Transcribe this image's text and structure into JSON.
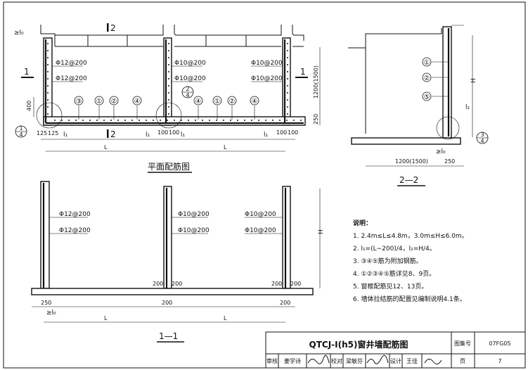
{
  "plan": {
    "section_mark_1": "1",
    "section_mark_2": "2",
    "rebar_left_1": "Φ12@200",
    "rebar_left_2": "Φ12@200",
    "rebar_mid_1": "Φ10@200",
    "rebar_mid_2": "Φ10@200",
    "rebar_right_1": "Φ10@200",
    "rebar_right_2": "Φ10@200",
    "anchor": "≥l₀",
    "callouts": [
      "③",
      "①",
      "②",
      "④",
      "④",
      "①",
      "②",
      "④"
    ],
    "detail_left": {
      "top": "1",
      "bottom": "4"
    },
    "detail_mid": {
      "top": "2",
      "bottom": "4"
    },
    "dims": {
      "d400": "400",
      "d125a": "125",
      "d125b": "125",
      "d100a": "100",
      "d100b": "100",
      "d100c": "100",
      "d100d": "100",
      "l1": "l₁",
      "L": "L",
      "height": "1200(1500)",
      "d250": "250"
    },
    "title": "平面配筋图"
  },
  "section22": {
    "callouts": [
      "①",
      "②",
      "⑤"
    ],
    "H": "H",
    "l2": "l₂",
    "anchor": "≥l₀",
    "detail": {
      "top": "3",
      "bottom": "4"
    },
    "dim_width": "1200(1500)",
    "dim_250": "250",
    "title": "2—2"
  },
  "section11": {
    "rebar_left_1": "Φ12@200",
    "rebar_left_2": "Φ12@200",
    "rebar_mid_1": "Φ10@200",
    "rebar_mid_2": "Φ10@200",
    "rebar_right_1": "Φ10@200",
    "rebar_right_2": "Φ10@200",
    "H": "H",
    "dims": {
      "d250": "250",
      "d200a": "200",
      "d200b": "200",
      "d200c": "200",
      "d200d": "200",
      "d200e": "200",
      "anchor": "≥l₀",
      "L": "L"
    },
    "title": "1—1"
  },
  "notes": {
    "heading": "说明：",
    "items": [
      "1.  2.4m≤L≤4.8m，3.0m≤H≤6.0m。",
      "2.  l₁=(L−200)/4，l₂=H/4。",
      "3.  ③④⑤筋为附加钢筋。",
      "4.  ①②③④⑤筋详见8、9页。",
      "5.  窗框配筋见12、13页。",
      "6.  墙体拉结筋的配置见编制说明4.1条。"
    ]
  },
  "title_block": {
    "title": "QTCJ-I(h5)窗井墙配筋图",
    "atlas_label": "图集号",
    "atlas_no": "07FG05",
    "review_label": "审核",
    "reviewer": "姜学诗",
    "check_label": "校对",
    "checker": "梁敏芬",
    "design_label": "设计",
    "designer": "王佳",
    "page_label": "页",
    "page_no": "7"
  }
}
